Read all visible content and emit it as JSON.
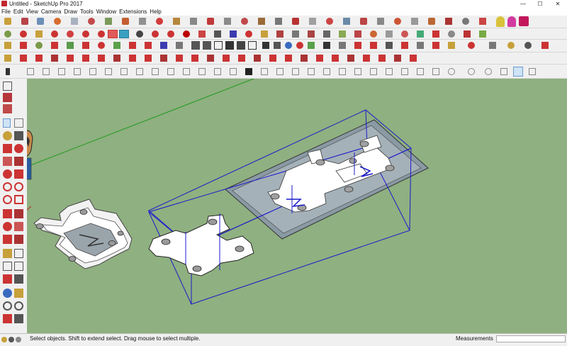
{
  "window": {
    "title": "Untitled - SketchUp Pro 2017",
    "controls": {
      "minimize": "—",
      "maximize": "☐",
      "close": "✕"
    }
  },
  "menu": [
    "File",
    "Edit",
    "View",
    "Camera",
    "Draw",
    "Tools",
    "Window",
    "Extensions",
    "Help"
  ],
  "status": {
    "hint": "Select objects. Shift to extend select. Drag mouse to select multiple.",
    "measurements_label": "Measurements",
    "measurements_value": ""
  },
  "colors": {
    "viewport_bg": "#8fb080",
    "bounding_box": "#1a1acc",
    "part_face": "#ffffff",
    "part_inner": "#9a9a9a",
    "sheet": "#8a9aa4"
  }
}
